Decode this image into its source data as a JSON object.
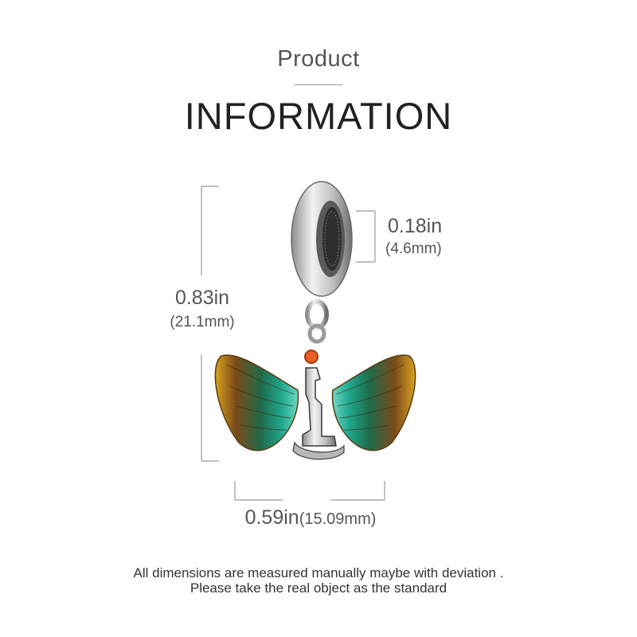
{
  "header": {
    "subtitle": "Product",
    "title": "INFORMATION"
  },
  "dimensions": {
    "height_in": "0.83in",
    "height_mm": "(21.1mm)",
    "ring_in": "0.18in",
    "ring_mm": "(4.6mm)",
    "width_in": "0.59in",
    "width_mm": "(15.09mm)"
  },
  "footer": {
    "line1": "All dimensions are measured manually maybe with deviation .",
    "line2": "Please take the real object as the standard"
  },
  "colors": {
    "silver": "#c9c9c9",
    "silver_dark": "#4a4a4a",
    "wing_gold": "#d9a21f",
    "wing_brown": "#7a4a1a",
    "wing_teal": "#1fa88f",
    "gem": "#e8602a",
    "guide_line": "#9a9a9a"
  },
  "product_image": {
    "icon": "winged-isis-charm-icon"
  }
}
